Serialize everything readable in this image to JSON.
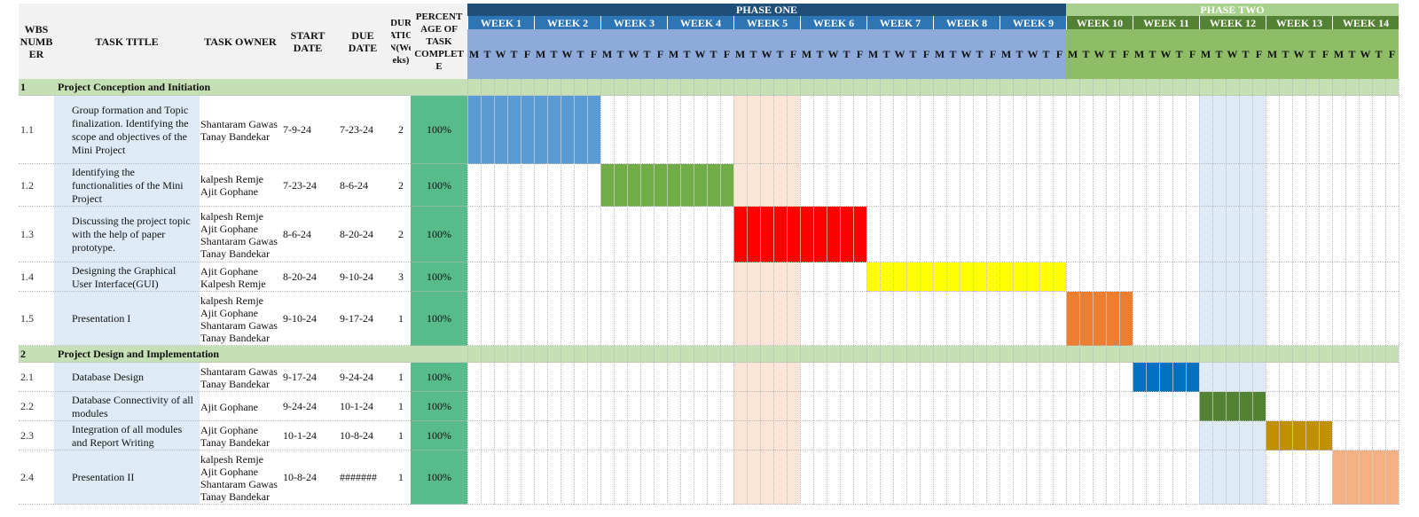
{
  "headers": {
    "wbs": "WBS\nNUMB\nER",
    "title": "TASK TITLE",
    "owner": "TASK OWNER",
    "start": "START\nDATE",
    "due": "DUE\nDATE",
    "duration": "DUR\nATIO\nN(We\neks)",
    "percent": "PERCENT\nAGE OF\nTASK\nCOMPLET\nE"
  },
  "phases": [
    {
      "label": "PHASE ONE",
      "weeks": 9,
      "color": "#1f4e79"
    },
    {
      "label": "PHASE TWO",
      "weeks": 5,
      "color": "#a9d18e"
    }
  ],
  "weeks": [
    {
      "label": "WEEK 1",
      "color": "#2e75b6",
      "day_color": "#8eaadb"
    },
    {
      "label": "WEEK 2",
      "color": "#2e75b6",
      "day_color": "#8eaadb"
    },
    {
      "label": "WEEK 3",
      "color": "#2e75b6",
      "day_color": "#8eaadb"
    },
    {
      "label": "WEEK 4",
      "color": "#2e75b6",
      "day_color": "#8eaadb"
    },
    {
      "label": "WEEK 5",
      "color": "#2e75b6",
      "day_color": "#8eaadb"
    },
    {
      "label": "WEEK 6",
      "color": "#2e75b6",
      "day_color": "#8eaadb"
    },
    {
      "label": "WEEK 7",
      "color": "#2e75b6",
      "day_color": "#8eaadb"
    },
    {
      "label": "WEEK 8",
      "color": "#2e75b6",
      "day_color": "#8eaadb"
    },
    {
      "label": "WEEK 9",
      "color": "#2e75b6",
      "day_color": "#8eaadb"
    },
    {
      "label": "WEEK 10",
      "color": "#548235",
      "day_color": "#8fbc66"
    },
    {
      "label": "WEEK 11",
      "color": "#548235",
      "day_color": "#8fbc66"
    },
    {
      "label": "WEEK 12",
      "color": "#548235",
      "day_color": "#8fbc66"
    },
    {
      "label": "WEEK 13",
      "color": "#548235",
      "day_color": "#8fbc66"
    },
    {
      "label": "WEEK 14",
      "color": "#548235",
      "day_color": "#8fbc66"
    }
  ],
  "day_letters": [
    "M",
    "T",
    "W",
    "T",
    "F"
  ],
  "highlight_columns": [
    {
      "week": 5,
      "color": "#fbe5d6"
    },
    {
      "week": 12,
      "color": "#deebf7"
    }
  ],
  "colors": {
    "section_band": "#c5e0b4",
    "title_cell": "#deebf7",
    "percent_cell": "#57bb8a"
  },
  "rows": [
    {
      "type": "section",
      "wbs": "1",
      "title": "Project Conception and Initiation"
    },
    {
      "type": "task",
      "wbs": "1.1",
      "title": "  Group formation and Topic\nfinalization.  Identifying the\nscope and objectives of the\nMini Project",
      "owner": "Shantaram Gawas\nTanay Bandekar",
      "start": "7-9-24",
      "due": "7-23-24",
      "duration": "2",
      "percent": "100%",
      "bar_start_week": 1,
      "bar_weeks": 2,
      "bar_color": "#5b9bd5"
    },
    {
      "type": "task",
      "wbs": "1.2",
      "title": "Identifying the\nfunctionalities  of the Mini\nProject",
      "owner": "kalpesh Remje\nAjit Gophane",
      "start": "7-23-24",
      "due": "8-6-24",
      "duration": "2",
      "percent": "100%",
      "bar_start_week": 3,
      "bar_weeks": 2,
      "bar_color": "#70ad47"
    },
    {
      "type": "task",
      "wbs": "1.3",
      "title": "Discussing the project topic\nwith the help of paper\nprototype.",
      "owner": "kalpesh Remje\nAjit Gophane\nShantaram Gawas\nTanay Bandekar",
      "start": "8-6-24",
      "due": "8-20-24",
      "duration": "2",
      "percent": "100%",
      "bar_start_week": 5,
      "bar_weeks": 2,
      "bar_color": "#ff0000"
    },
    {
      "type": "task",
      "wbs": "1.4",
      "title": "Designing the Graphical\nUser Interface(GUI)",
      "owner": "Ajit Gophane\nKalpesh Remje",
      "start": "8-20-24",
      "due": "9-10-24",
      "duration": "3",
      "percent": "100%",
      "bar_start_week": 7,
      "bar_weeks": 3,
      "bar_color": "#ffff00"
    },
    {
      "type": "task",
      "wbs": "1.5",
      "title": "Presentation I",
      "owner": "kalpesh Remje\nAjit Gophane\nShantaram Gawas\nTanay Bandekar",
      "start": "9-10-24",
      "due": "9-17-24",
      "duration": "1",
      "percent": "100%",
      "bar_start_week": 10,
      "bar_weeks": 1,
      "bar_color": "#ed7d31"
    },
    {
      "type": "section",
      "wbs": "2",
      "title": "Project Design and Implementation"
    },
    {
      "type": "task",
      "wbs": "2.1",
      "title": "Database Design",
      "owner": "Shantaram Gawas\nTanay Bandekar",
      "start": "9-17-24",
      "due": "9-24-24",
      "duration": "1",
      "percent": "100%",
      "bar_start_week": 11,
      "bar_weeks": 1,
      "bar_color": "#0070c0"
    },
    {
      "type": "task",
      "wbs": "2.2",
      "title": "Database Connectivity of all\nmodules",
      "owner": "Ajit Gophane",
      "start": "9-24-24",
      "due": "10-1-24",
      "duration": "1",
      "percent": "100%",
      "bar_start_week": 12,
      "bar_weeks": 1,
      "bar_color": "#548235"
    },
    {
      "type": "task",
      "wbs": "2.3",
      "title": "Integration of all modules\nand Report Writing",
      "owner": "Ajit Gophane\nTanay Bandekar",
      "start": "10-1-24",
      "due": "10-8-24",
      "duration": "1",
      "percent": "100%",
      "bar_start_week": 13,
      "bar_weeks": 1,
      "bar_color": "#bf9000"
    },
    {
      "type": "task",
      "wbs": "2.4",
      "title": "Presentation II",
      "owner": "kalpesh Remje\nAjit Gophane\nShantaram Gawas\nTanay Bandekar",
      "start": "10-8-24",
      "due": "#######",
      "duration": "1",
      "percent": "100%",
      "bar_start_week": 14,
      "bar_weeks": 1,
      "bar_color": "#f4b183"
    }
  ]
}
